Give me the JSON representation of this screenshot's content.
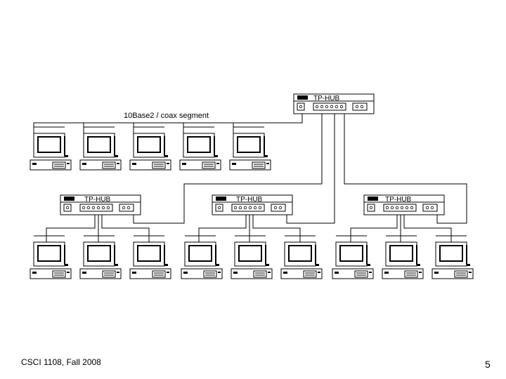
{
  "diagram": {
    "hub_label": "TP-HUB",
    "hub_labels": [
      "TP-HUB",
      "TP-HUB",
      "TP-HUB",
      "TP-HUB"
    ],
    "coax_label": "10Base2 / coax segment",
    "colors": {
      "stroke": "#000000",
      "background": "#ffffff"
    }
  },
  "footer": {
    "course": "CSCI 1108, Fall 2008",
    "page_number": "5"
  }
}
